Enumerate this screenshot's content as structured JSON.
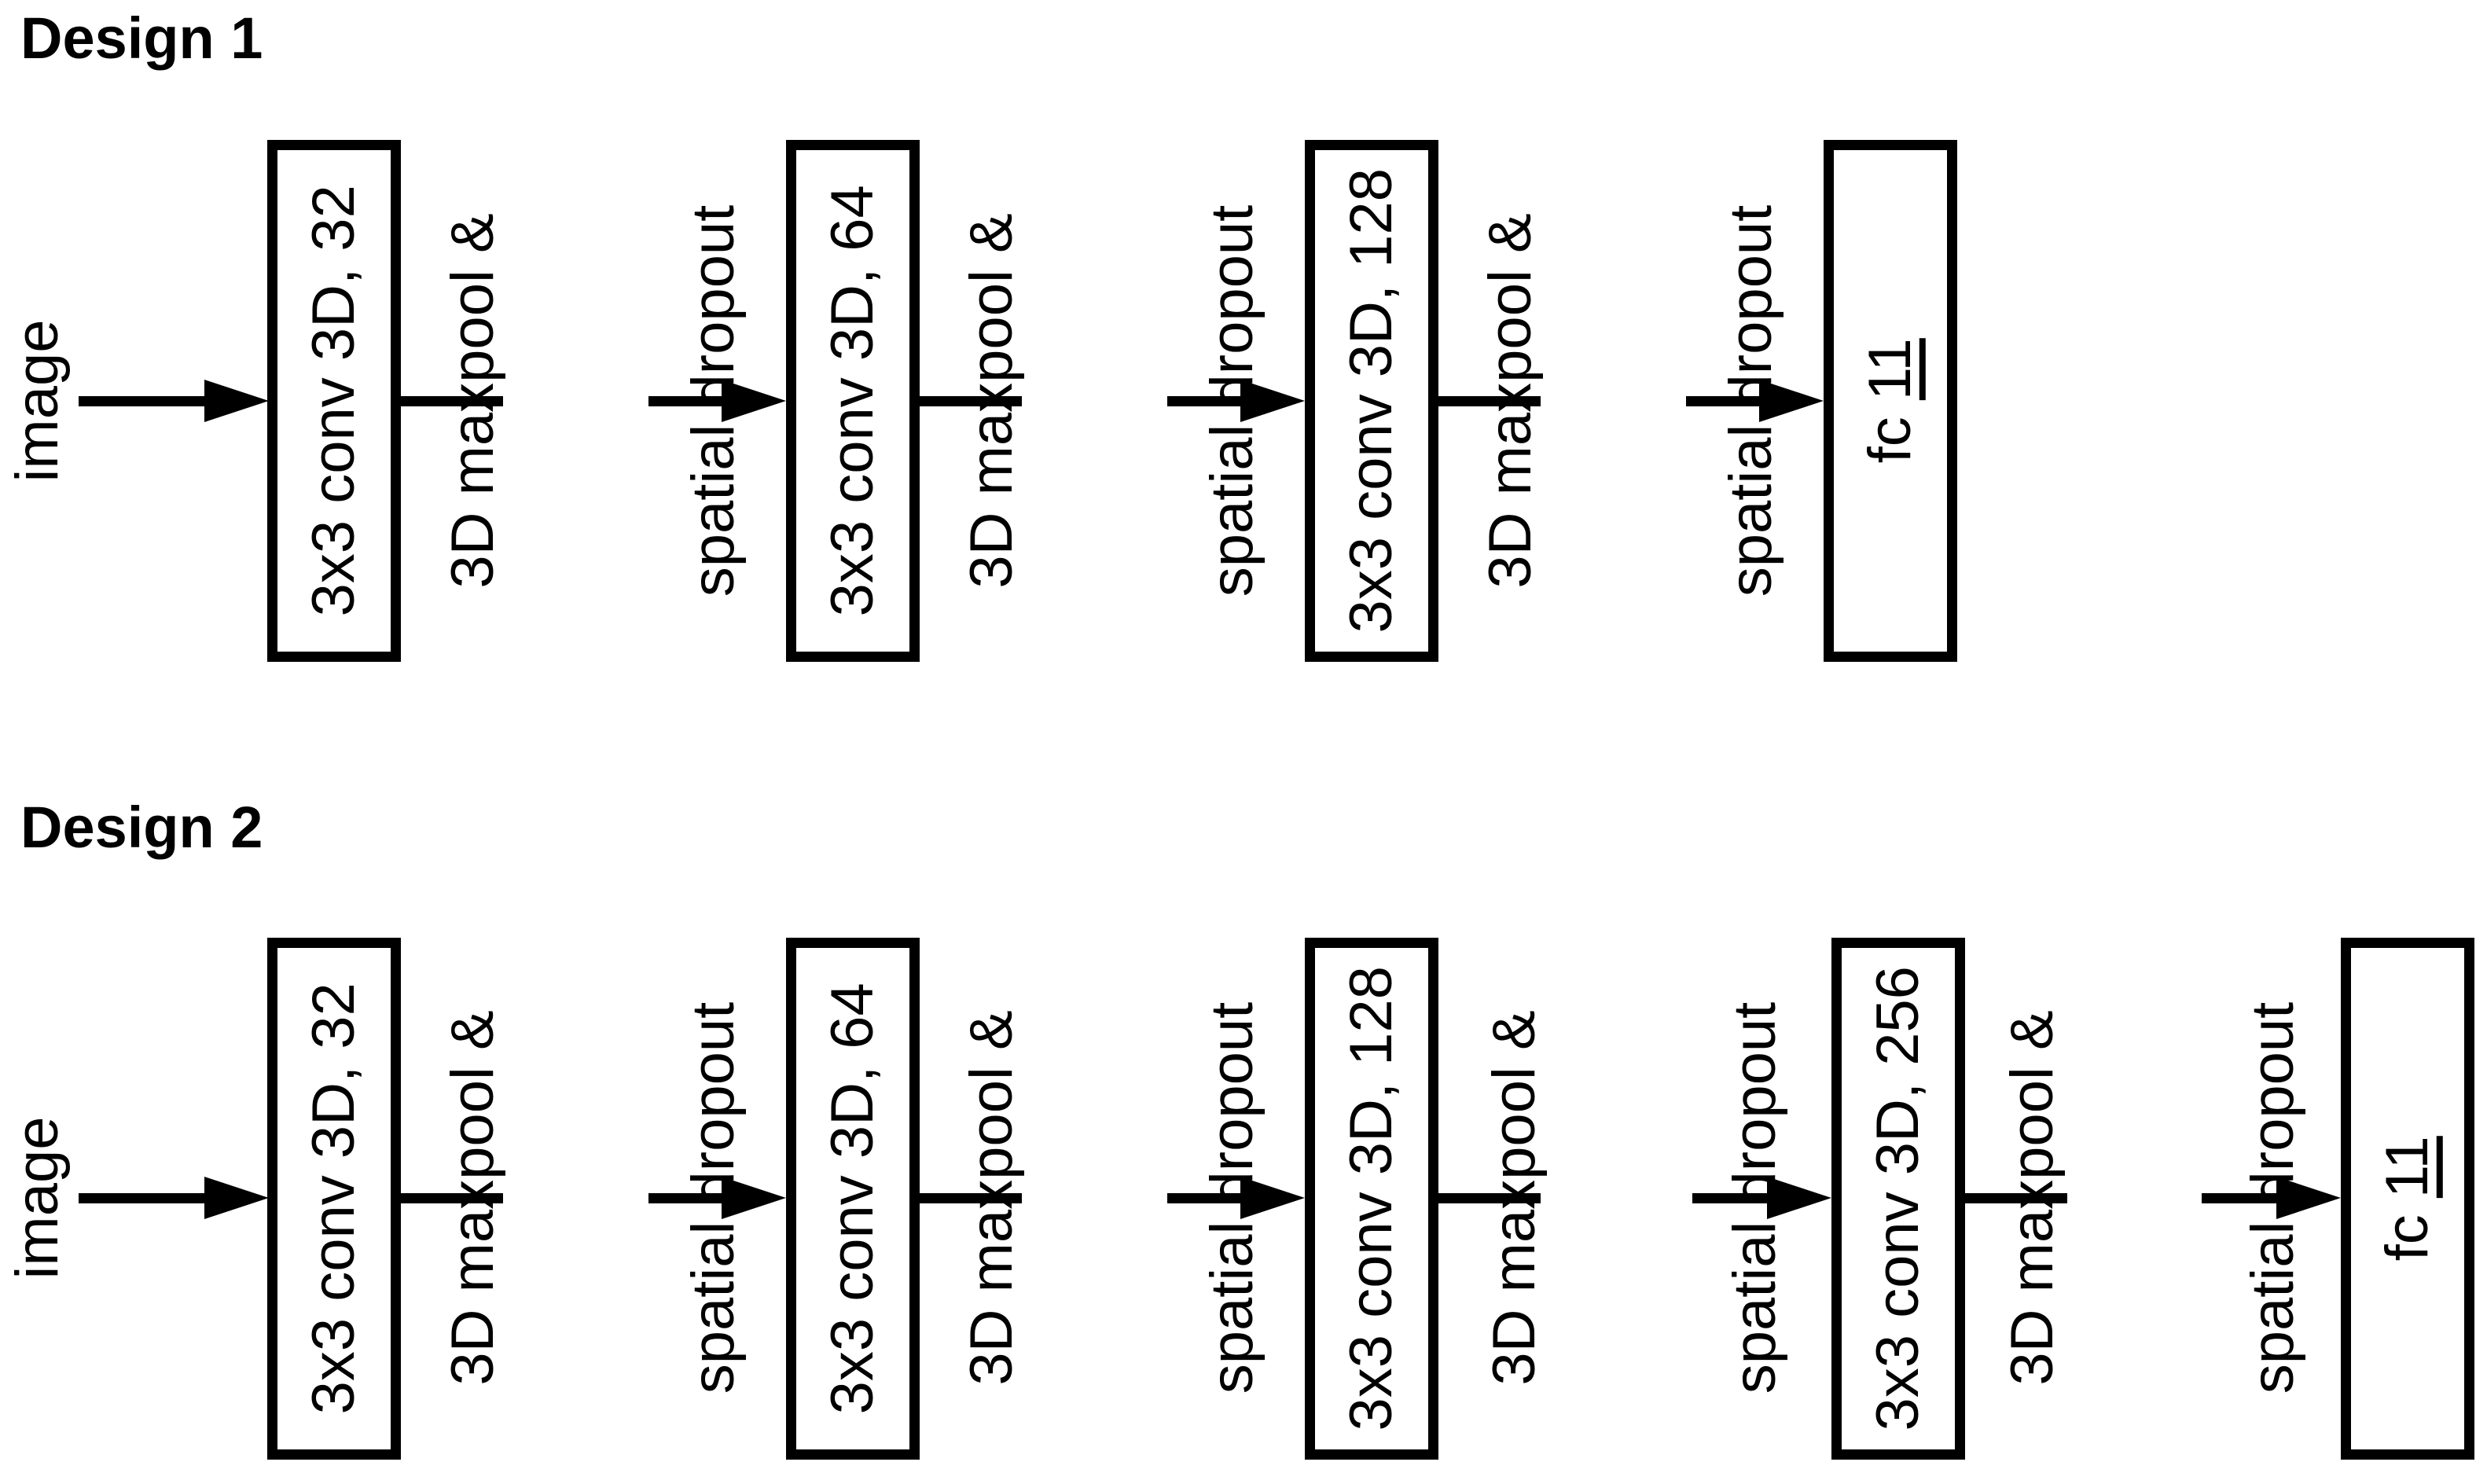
{
  "figure": {
    "connector_label": {
      "line1": "3D maxpool &",
      "line2": "spatial dropout"
    }
  },
  "designs": [
    {
      "title": "Design 1",
      "input_label": "image",
      "conv_boxes": [
        "3x3 conv 3D, 32",
        "3x3 conv 3D, 64",
        "3x3 conv 3D, 128"
      ],
      "fc": {
        "prefix": "fc ",
        "value": "11"
      }
    },
    {
      "title": "Design 2",
      "input_label": "image",
      "conv_boxes": [
        "3x3 conv 3D, 32",
        "3x3 conv 3D, 64",
        "3x3 conv 3D, 128",
        "3x3 conv 3D, 256"
      ],
      "fc": {
        "prefix": "fc ",
        "value": "11"
      }
    }
  ]
}
